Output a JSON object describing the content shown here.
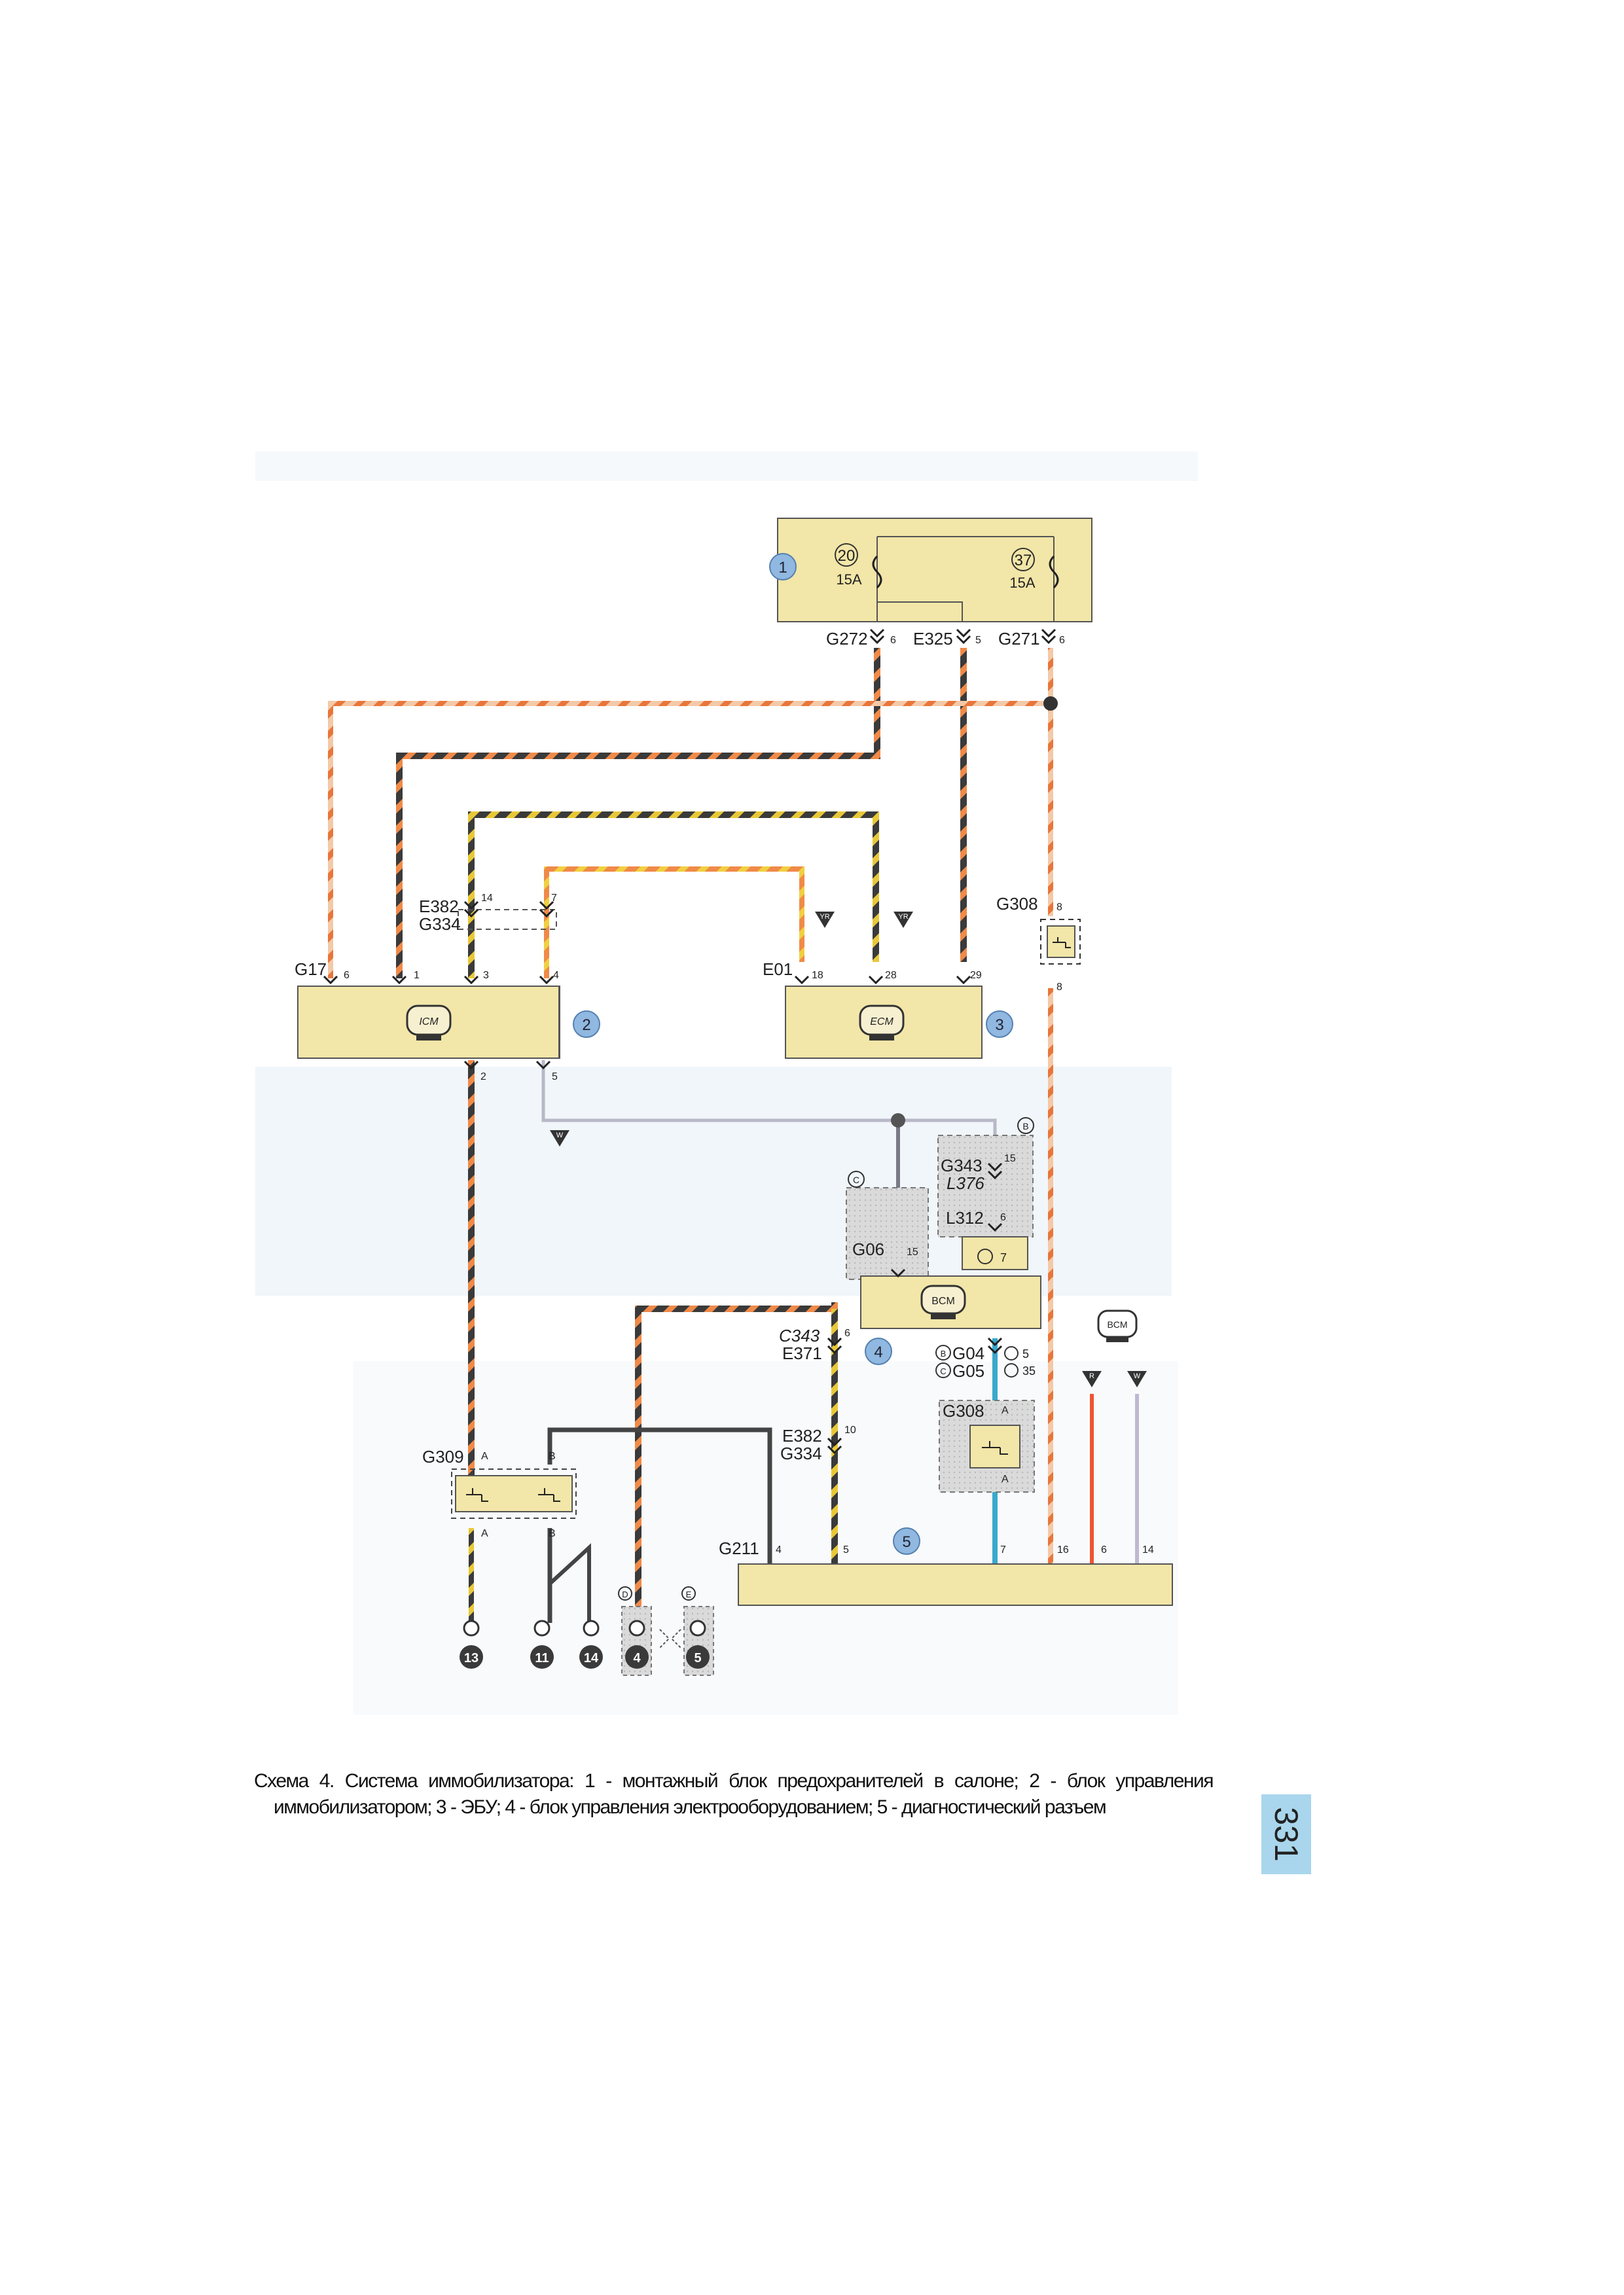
{
  "fuse_box": {
    "number": "1",
    "fuses": [
      {
        "id": "20",
        "rating": "15A"
      },
      {
        "id": "37",
        "rating": "15A"
      }
    ]
  },
  "connectors": {
    "g272": {
      "name": "G272",
      "pin": "6"
    },
    "e325": {
      "name": "E325",
      "pin": "5"
    },
    "g271": {
      "name": "G271",
      "pin": "6"
    },
    "e382_top": {
      "name1": "E382",
      "name2": "G334",
      "pin_a": "14",
      "pin_b": "7"
    },
    "g308_top": {
      "name": "G308",
      "pin_top": "8",
      "pin_bottom": "8"
    },
    "g17": {
      "name": "G17",
      "pins": [
        "6",
        "1",
        "3",
        "4"
      ]
    },
    "e01": {
      "name": "E01",
      "pins": [
        "18",
        "28",
        "29"
      ]
    },
    "icm_bottom": {
      "pins": [
        "2",
        "5"
      ]
    },
    "g343": {
      "name1": "G343",
      "name2": "L376",
      "pin": "15"
    },
    "l312": {
      "name": "L312",
      "pin_a": "6",
      "pin_b": "7"
    },
    "g06": {
      "name": "G06",
      "pin": "15"
    },
    "c343": {
      "name1": "C343",
      "name2": "E371",
      "pin": "6"
    },
    "g04": {
      "name1": "G04",
      "name2": "G05",
      "pin1": "5",
      "pin2": "35"
    },
    "g308_mid": {
      "name": "G308",
      "pin_top": "A",
      "pin_bottom": "A"
    },
    "e382_low": {
      "name1": "E382",
      "name2": "G334",
      "pin": "10"
    },
    "g309": {
      "name": "G309",
      "pins_top": [
        "A",
        "B"
      ],
      "pins_bottom": [
        "A",
        "B"
      ]
    },
    "g211": {
      "name": "G211",
      "pins": [
        "4",
        "5",
        "7",
        "16",
        "6",
        "14"
      ]
    }
  },
  "modules": {
    "icm": {
      "label": "ICM",
      "number": "2"
    },
    "ecm": {
      "label": "ECM",
      "number": "3"
    },
    "bcm": {
      "label": "BCM",
      "number": "4"
    },
    "bcm_ref": {
      "label": "BCM"
    },
    "diag": {
      "number": "5"
    }
  },
  "wire_tags": {
    "yr1": "YR",
    "yr2": "YR",
    "w1": "W",
    "r": "R",
    "w2": "W"
  },
  "variant_marks": {
    "b": "B",
    "c": "C",
    "b2": "B",
    "c2": "C",
    "d": "D",
    "e": "E"
  },
  "grounds": [
    "13",
    "11",
    "14",
    "4",
    "5"
  ],
  "caption": {
    "line1": "Схема 4. Система иммобилизатора: 1 - монтажный блок предохранителей в салоне; 2 - блок управления",
    "line2": "иммобилизатором; 3 - ЭБУ; 4 - блок управления электрооборудованием; 5 - диагностический разъем"
  },
  "page_number": "331",
  "colors": {
    "module_fill": "#f2e6a8",
    "wire_black": "#333333",
    "wire_orange": "#f08a48",
    "wire_yellow": "#e8c838",
    "wire_blue": "#3aa8cc",
    "wire_red": "#ee5533",
    "marker_blue": "#90b8e0",
    "page_tab": "#a9d6ec"
  }
}
